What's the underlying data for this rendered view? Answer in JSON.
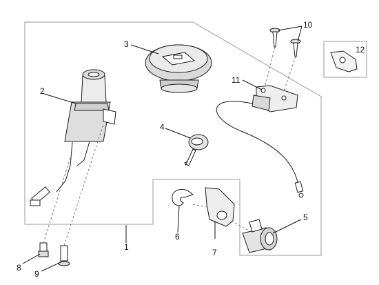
{
  "diagram": {
    "callouts": {
      "c1": "1",
      "c2": "2",
      "c3": "3",
      "c4": "4",
      "c5": "5",
      "c6": "6",
      "c7": "7",
      "c8": "8",
      "c9": "9",
      "c10": "10",
      "c11": "11",
      "c12": "12"
    },
    "parts": [
      "ignition-switch",
      "fuel-cap",
      "key",
      "saddle-lock-cylinder",
      "lock-clip",
      "lock-bracket",
      "screw",
      "bolt",
      "screws",
      "seat-lock-release",
      "gasket"
    ],
    "colors": {
      "line": "#1a1a1a",
      "frame": "#9a9a9a",
      "background": "#ffffff",
      "shading": "#d9d9d9"
    }
  }
}
